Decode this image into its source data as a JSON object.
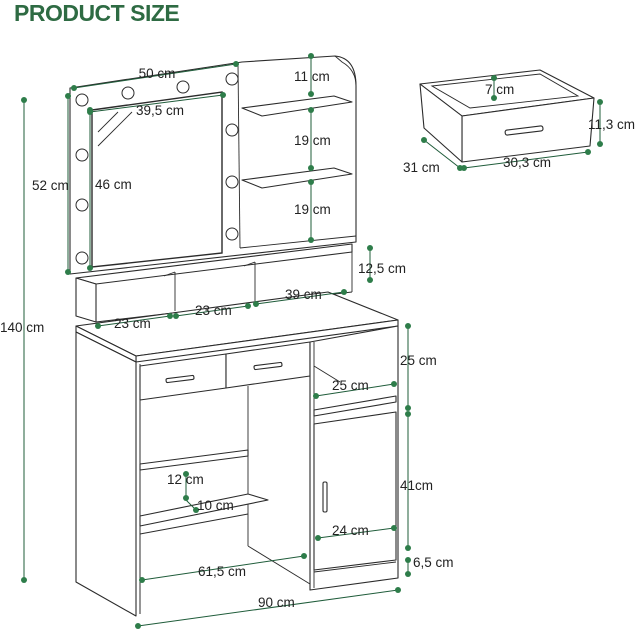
{
  "title": "PRODUCT SIZE",
  "colors": {
    "title": "#2e6b43",
    "dimension_line": "#1f5c3a",
    "dot": "#2e7d4a",
    "outline": "#2b2b2b"
  },
  "dimensions": {
    "top_width": "50 cm",
    "mirror_width": "39,5 cm",
    "mirror_frame_height": "52 cm",
    "mirror_height": "46 cm",
    "top_shelf_gap": "11 cm",
    "shelf_gap_1": "19 cm",
    "shelf_gap_2": "19 cm",
    "cubby_height": "12,5 cm",
    "cubby_left": "23 cm",
    "cubby_middle": "23 cm",
    "cubby_right": "39 cm",
    "total_height": "140 cm",
    "drawer_depth": "7 cm",
    "drawer_height": "11,3 cm",
    "drawer_side": "31 cm",
    "drawer_width": "30,3 cm",
    "side_cubby_height": "25 cm",
    "side_cubby_width": "25 cm",
    "cabinet_height": "41cm",
    "cabinet_width": "24 cm",
    "plinth_height": "6,5 cm",
    "knee_shelf_gap": "12 cm",
    "knee_shelf_depth": "10 cm",
    "knee_width": "61,5 cm",
    "total_width": "90 cm"
  }
}
